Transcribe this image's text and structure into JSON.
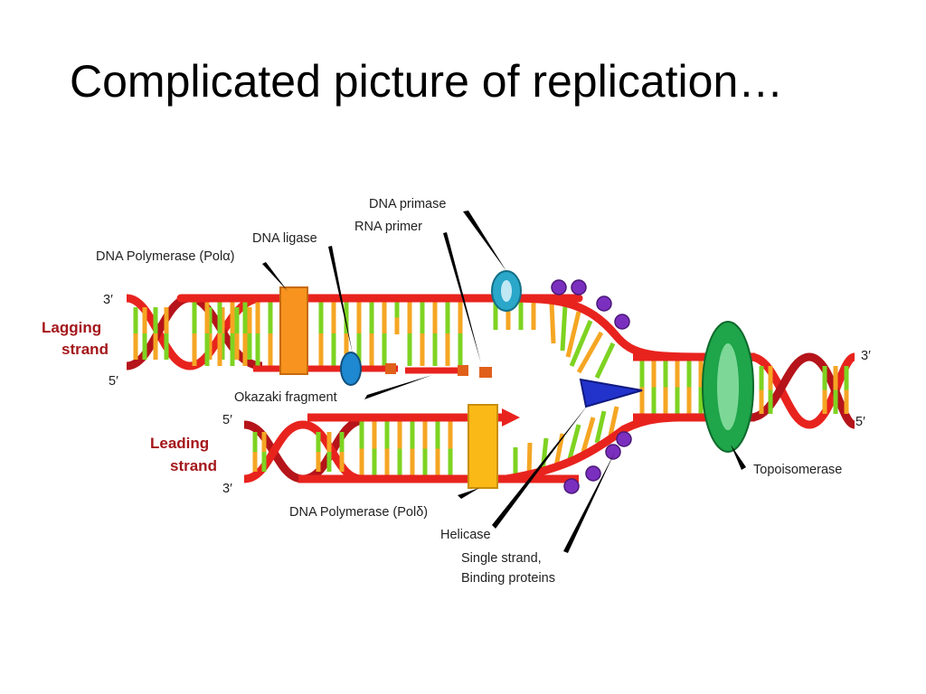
{
  "slide": {
    "title": "Complicated picture of replication…"
  },
  "diagram": {
    "labels": {
      "dna_primase": "DNA primase",
      "rna_primer": "RNA primer",
      "dna_ligase": "DNA ligase",
      "pol_alpha": "DNA Polymerase (Polα)",
      "okazaki": "Okazaki fragment",
      "pol_delta": "DNA Polymerase (Polδ)",
      "helicase": "Helicase",
      "ssb_line1": "Single strand,",
      "ssb_line2": "Binding proteins",
      "topoisomerase": "Topoisomerase",
      "lagging_line1": "Lagging",
      "lagging_line2": "strand",
      "leading_line1": "Leading",
      "leading_line2": "strand",
      "lag_3prime": "3′",
      "lag_5prime": "5′",
      "lead_5prime": "5′",
      "lead_3prime": "3′",
      "right_3prime": "3′",
      "right_5prime": "5′"
    },
    "colors": {
      "backbone": "#e8231e",
      "backbone_dark": "#b5141a",
      "base_green": "#7ed321",
      "base_orange": "#f5a623",
      "pol_alpha": "#f7931e",
      "pol_delta": "#fbb917",
      "primase": "#2aa7c9",
      "ligase": "#1e88d0",
      "helicase": "#2233cc",
      "topoisomerase": "#1fa54a",
      "ssb": "#7b2fbf",
      "label_red": "#a4161a"
    }
  }
}
